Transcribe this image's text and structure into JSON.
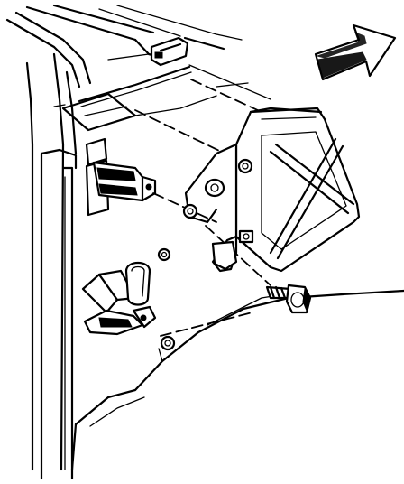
{
  "figure": {
    "kind": "exploded-view line drawing",
    "components": [
      "vehicle-body-panel",
      "mounting-bracket",
      "mounting-bolt",
      "wiring-connector",
      "retaining-clip",
      "cable",
      "direction-arrow"
    ]
  },
  "colors": {
    "ink": "#000000",
    "paper": "#ffffff"
  },
  "icons": {
    "direction_arrow": "right-arrow-icon"
  }
}
